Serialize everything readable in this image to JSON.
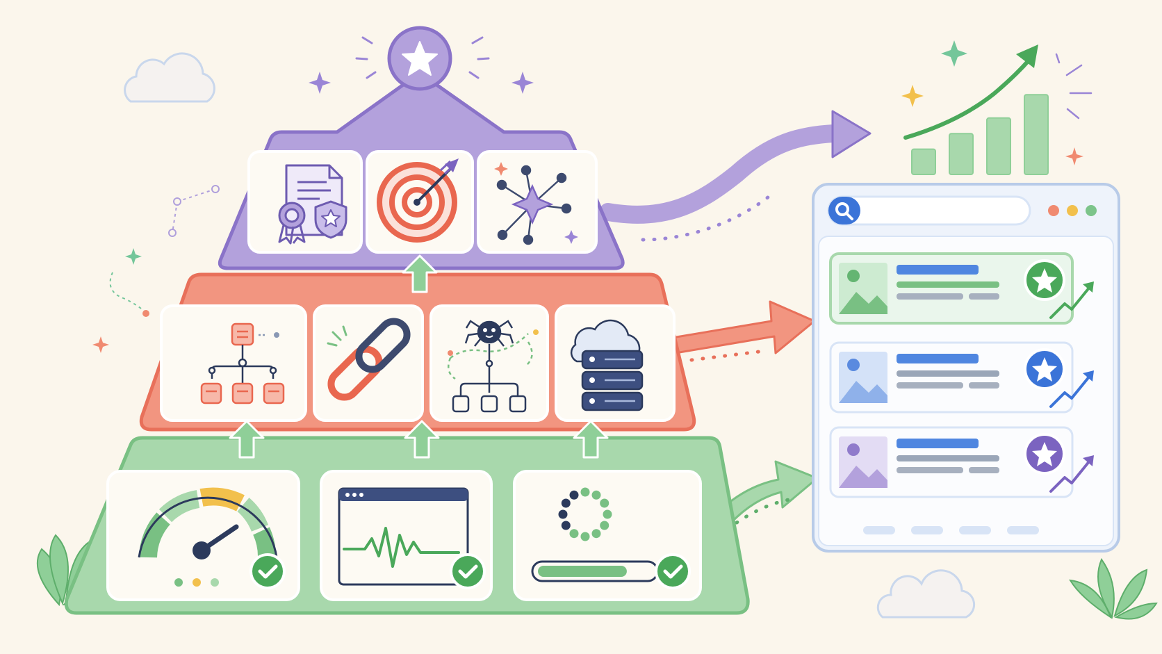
{
  "theme": {
    "background": "#fbf6ec",
    "tier_top": {
      "fill": "#b3a1dc",
      "stroke": "#8a73c8",
      "accent": "#7b63c0"
    },
    "tier_mid": {
      "fill": "#f29580",
      "stroke": "#e8705a",
      "accent": "#e9674f"
    },
    "tier_base": {
      "fill": "#a8d8ac",
      "stroke": "#79c083",
      "accent": "#4aa85a"
    },
    "browser": {
      "frame": "#d8e4f6",
      "stroke": "#b8cbe8",
      "search_blue": "#3b74d8"
    },
    "growth_green": "#5db56a",
    "card_bg": "#fdfaf3",
    "ink": "#2c3a5c"
  },
  "pyramid": {
    "peak_icon": "star-badge-icon",
    "top_tier": {
      "name": "authority",
      "cards": [
        {
          "icon": "certificate-award-icon"
        },
        {
          "icon": "target-arrow-icon"
        },
        {
          "icon": "network-sparkle-icon"
        }
      ]
    },
    "middle_tier": {
      "name": "on-site-structure",
      "cards": [
        {
          "icon": "site-hierarchy-icon"
        },
        {
          "icon": "chain-link-icon"
        },
        {
          "icon": "crawler-spider-icon"
        },
        {
          "icon": "cloud-server-icon"
        }
      ]
    },
    "base_tier": {
      "name": "technical-foundation",
      "cards": [
        {
          "icon": "speedometer-icon",
          "status": "check-icon"
        },
        {
          "icon": "monitor-pulse-icon",
          "status": "check-icon"
        },
        {
          "icon": "loading-progress-icon",
          "status": "check-icon",
          "progress": 0.78
        }
      ]
    }
  },
  "serp": {
    "window_controls": [
      "#f08a70",
      "#f2c04c",
      "#7cc48a"
    ],
    "results": [
      {
        "rank": 1,
        "theme": "green",
        "badge": "star-icon",
        "trend": "trend-up-icon",
        "highlighted": true
      },
      {
        "rank": 2,
        "theme": "blue",
        "badge": "star-icon",
        "trend": "trend-up-icon",
        "highlighted": false
      },
      {
        "rank": 3,
        "theme": "purple",
        "badge": "star-icon",
        "trend": "trend-up-icon",
        "highlighted": false
      }
    ],
    "pagination_dots": 4
  },
  "growth_chart": {
    "bars": [
      0.26,
      0.42,
      0.58,
      0.82
    ],
    "trend": "rising"
  }
}
